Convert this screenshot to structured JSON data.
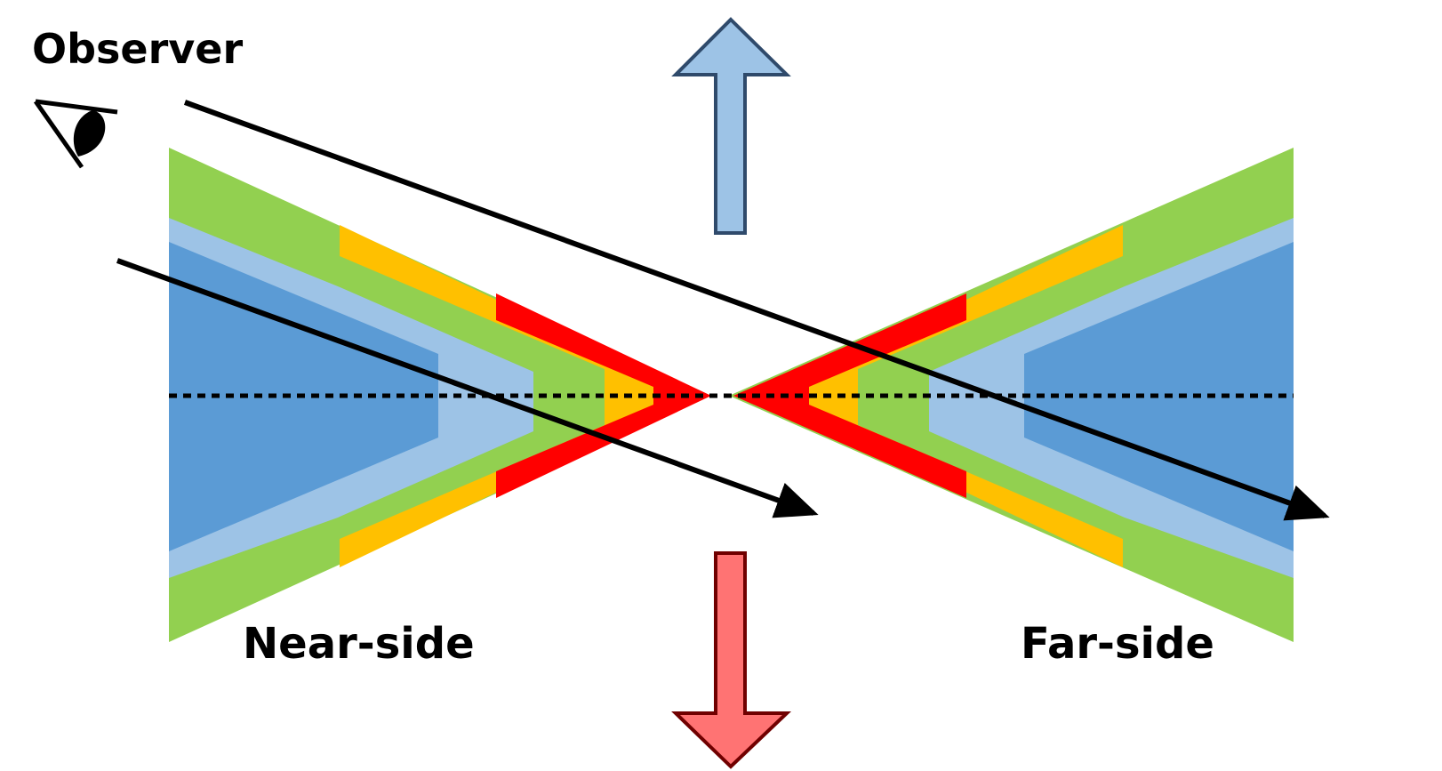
{
  "labels": {
    "observer": "Observer",
    "near_side": "Near-side",
    "far_side": "Far-side"
  },
  "colors": {
    "background": "#ffffff",
    "outer_green": "#92d050",
    "light_blue": "#9dc3e6",
    "dark_blue": "#5b9bd5",
    "inner_green": "#92d050",
    "orange": "#ffc000",
    "red": "#ff0000",
    "ray": "#000000",
    "up_arrow_fill": "#9dc3e6",
    "up_arrow_stroke": "#2f4a6b",
    "down_arrow_fill": "#ff7373",
    "down_arrow_stroke": "#700000"
  },
  "icons": {
    "observer_eye": "eye-icon",
    "up_arrow": "arrow-up-icon",
    "down_arrow": "arrow-down-icon"
  }
}
